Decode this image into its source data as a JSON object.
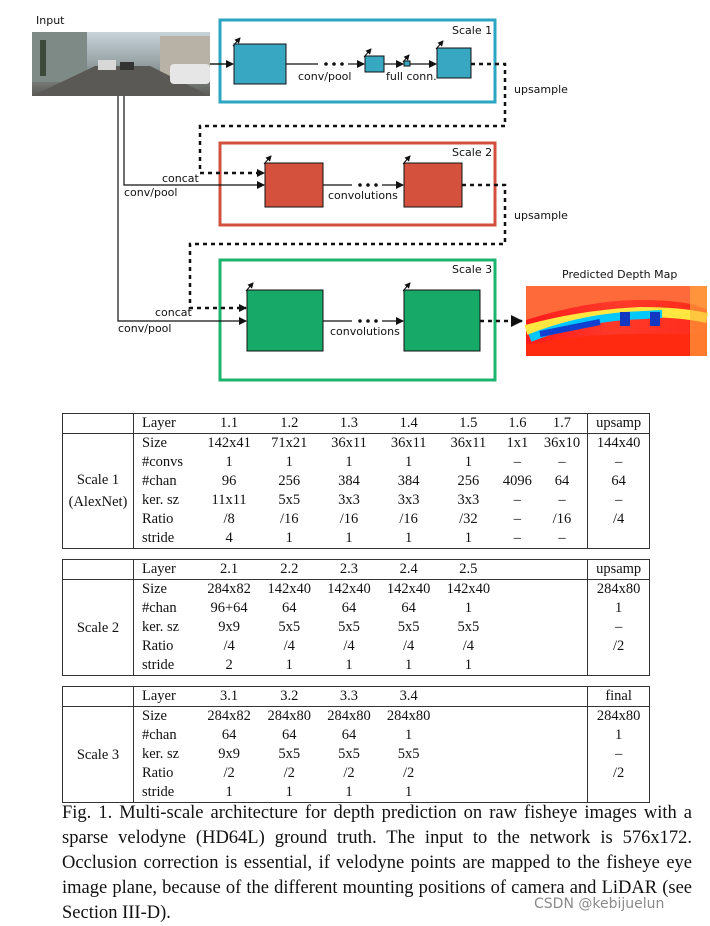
{
  "diagram": {
    "input_label": "Input",
    "scale1_label": "Scale 1",
    "scale2_label": "Scale 2",
    "scale3_label": "Scale 3",
    "convpool_label": "conv/pool",
    "fullconn_label": "full conn.",
    "convolutions_label": "convolutions",
    "upsample_label": "upsample",
    "concat_label": "concat",
    "output_label": "Predicted Depth Map",
    "colors": {
      "scale1": "#2aa6c3",
      "scale2": "#d2503c",
      "scale3": "#19b46e",
      "block1": "#37a7c2",
      "block2": "#d4523d",
      "block3": "#16a968"
    }
  },
  "tables": [
    {
      "scale": "Scale 1",
      "sub": "(AlexNet)",
      "header_label": "Layer",
      "columns": [
        "1.1",
        "1.2",
        "1.3",
        "1.4",
        "1.5",
        "1.6",
        "1.7",
        "upsamp"
      ],
      "rows": [
        {
          "label": "Size",
          "cells": [
            "142x41",
            "71x21",
            "36x11",
            "36x11",
            "36x11",
            "1x1",
            "36x10",
            "144x40"
          ]
        },
        {
          "label": "#convs",
          "cells": [
            "1",
            "1",
            "1",
            "1",
            "1",
            "–",
            "–",
            "–"
          ]
        },
        {
          "label": "#chan",
          "cells": [
            "96",
            "256",
            "384",
            "384",
            "256",
            "4096",
            "64",
            "64"
          ]
        },
        {
          "label": "ker. sz",
          "cells": [
            "11x11",
            "5x5",
            "3x3",
            "3x3",
            "3x3",
            "–",
            "–",
            "–"
          ]
        },
        {
          "label": "Ratio",
          "cells": [
            "/8",
            "/16",
            "/16",
            "/16",
            "/32",
            "–",
            "/16",
            "/4"
          ]
        },
        {
          "label": "stride",
          "cells": [
            "4",
            "1",
            "1",
            "1",
            "1",
            "–",
            "–",
            ""
          ]
        }
      ]
    },
    {
      "scale": "Scale 2",
      "sub": "",
      "header_label": "Layer",
      "columns": [
        "2.1",
        "2.2",
        "2.3",
        "2.4",
        "2.5",
        "",
        "",
        "upsamp"
      ],
      "rows": [
        {
          "label": "Size",
          "cells": [
            "284x82",
            "142x40",
            "142x40",
            "142x40",
            "142x40",
            "",
            "",
            "284x80"
          ]
        },
        {
          "label": "#chan",
          "cells": [
            "96+64",
            "64",
            "64",
            "64",
            "1",
            "",
            "",
            "1"
          ]
        },
        {
          "label": "ker. sz",
          "cells": [
            "9x9",
            "5x5",
            "5x5",
            "5x5",
            "5x5",
            "",
            "",
            "–"
          ]
        },
        {
          "label": "Ratio",
          "cells": [
            "/4",
            "/4",
            "/4",
            "/4",
            "/4",
            "",
            "",
            "/2"
          ]
        },
        {
          "label": "stride",
          "cells": [
            "2",
            "1",
            "1",
            "1",
            "1",
            "",
            "",
            ""
          ]
        }
      ]
    },
    {
      "scale": "Scale 3",
      "sub": "",
      "header_label": "Layer",
      "columns": [
        "3.1",
        "3.2",
        "3.3",
        "3.4",
        "",
        "",
        "",
        "final"
      ],
      "rows": [
        {
          "label": "Size",
          "cells": [
            "284x82",
            "284x80",
            "284x80",
            "284x80",
            "",
            "",
            "",
            "284x80"
          ]
        },
        {
          "label": "#chan",
          "cells": [
            "64",
            "64",
            "64",
            "1",
            "",
            "",
            "",
            "1"
          ]
        },
        {
          "label": "ker. sz",
          "cells": [
            "9x9",
            "5x5",
            "5x5",
            "5x5",
            "",
            "",
            "",
            "–"
          ]
        },
        {
          "label": "Ratio",
          "cells": [
            "/2",
            "/2",
            "/2",
            "/2",
            "",
            "",
            "",
            "/2"
          ]
        },
        {
          "label": "stride",
          "cells": [
            "1",
            "1",
            "1",
            "1",
            "",
            "",
            "",
            ""
          ]
        }
      ]
    }
  ],
  "caption": "Fig. 1.   Multi-scale architecture for depth prediction on raw fisheye images with a sparse velodyne (HD64L) ground truth. The input to the network is 576x172. Occlusion correction is essential, if velodyne points are mapped to the fisheye eye image plane, because of the different mounting positions of camera and LiDAR (see Section III-D).",
  "watermark": "CSDN @kebijuelun"
}
